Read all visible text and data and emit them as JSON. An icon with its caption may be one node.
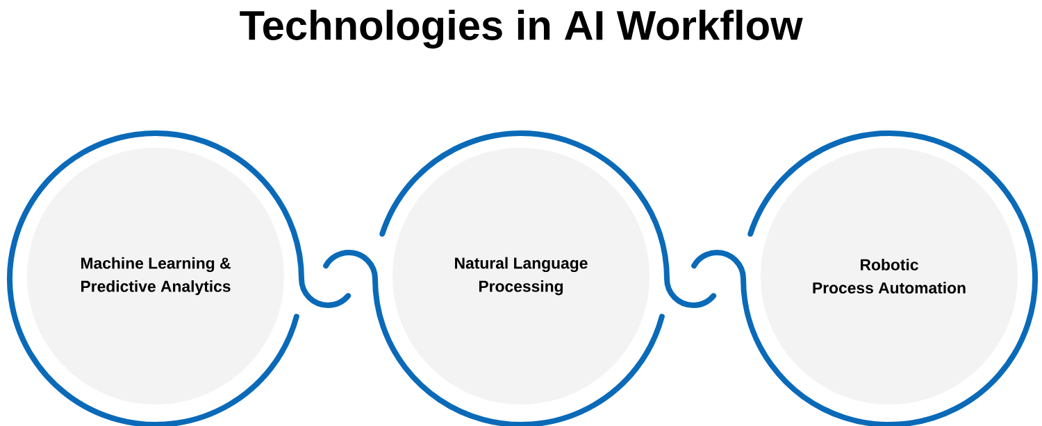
{
  "diagram": {
    "title": "Technologies in AI Workflow",
    "nodes": [
      {
        "text": [
          "Machine Learning & Predictive Analytics"
        ]
      },
      {
        "text": [
          "Natural Language Processing"
        ]
      },
      {
        "text": [
          "Robotic Process Automation"
        ]
      }
    ]
  }
}
